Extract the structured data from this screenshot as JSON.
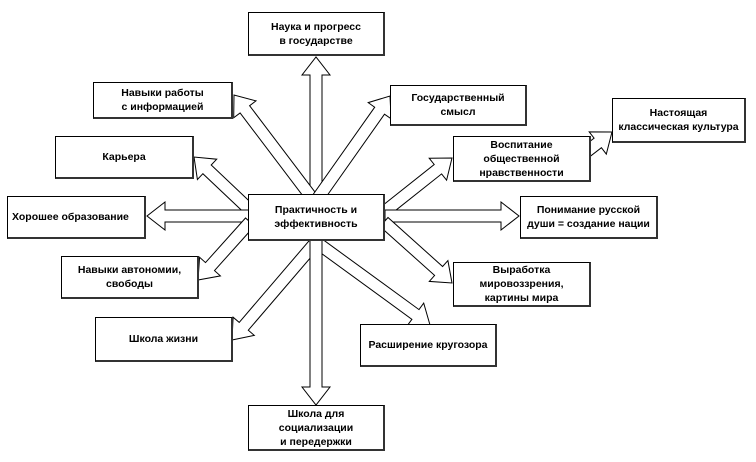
{
  "diagram": {
    "center": {
      "id": "center",
      "label": "Практичность и\nэффективность"
    },
    "nodes": [
      {
        "id": "science",
        "label": "Наука и прогресс\nв государстве"
      },
      {
        "id": "info-skills",
        "label": "Навыки работы\nс информацией"
      },
      {
        "id": "state-meaning",
        "label": "Государственный\nсмысл"
      },
      {
        "id": "classic-culture",
        "label": "Настоящая\nклассическая культура"
      },
      {
        "id": "career",
        "label": "Карьера"
      },
      {
        "id": "moral-education",
        "label": "Воспитание\nобщественной\nнравственности"
      },
      {
        "id": "good-education",
        "label": "Хорошее образование"
      },
      {
        "id": "russian-soul",
        "label": "Понимание русской\nдуши = создание нации"
      },
      {
        "id": "autonomy-skills",
        "label": "Навыки автономии,\nсвободы"
      },
      {
        "id": "worldview",
        "label": "Выработка\nмировоззрения,\nкартины мира"
      },
      {
        "id": "school-of-life",
        "label": "Школа жизни"
      },
      {
        "id": "horizons",
        "label": "Расширение кругозора"
      },
      {
        "id": "socialization-school",
        "label": "Школа для\nсоциализации\nи  передержки"
      }
    ],
    "edges": [
      {
        "from": "center",
        "to": "science"
      },
      {
        "from": "center",
        "to": "info-skills"
      },
      {
        "from": "center",
        "to": "state-meaning"
      },
      {
        "from": "center",
        "to": "career"
      },
      {
        "from": "center",
        "to": "moral-education"
      },
      {
        "from": "moral-education",
        "to": "classic-culture"
      },
      {
        "from": "center",
        "to": "good-education"
      },
      {
        "from": "center",
        "to": "russian-soul"
      },
      {
        "from": "center",
        "to": "autonomy-skills"
      },
      {
        "from": "center",
        "to": "worldview"
      },
      {
        "from": "center",
        "to": "school-of-life"
      },
      {
        "from": "center",
        "to": "horizons"
      },
      {
        "from": "center",
        "to": "socialization-school"
      }
    ]
  }
}
